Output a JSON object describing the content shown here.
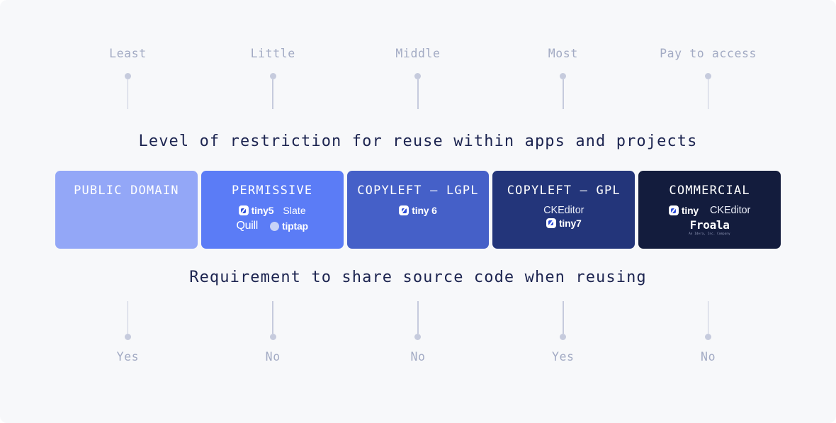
{
  "background": "#f7f8fa",
  "top_axis": {
    "caption": "Level of restriction for reuse within apps and projects",
    "markers": [
      {
        "label": "Least"
      },
      {
        "label": "Little"
      },
      {
        "label": "Middle"
      },
      {
        "label": "Most"
      },
      {
        "label": "Pay to access"
      }
    ]
  },
  "bottom_axis": {
    "caption": "Requirement to share source code when reusing",
    "markers": [
      {
        "label": "Yes"
      },
      {
        "label": "No"
      },
      {
        "label": "No"
      },
      {
        "label": "Yes"
      },
      {
        "label": "No"
      }
    ]
  },
  "tiers": [
    {
      "title": "PUBLIC DOMAIN",
      "color": "#93a7f7",
      "logos": []
    },
    {
      "title": "PERMISSIVE",
      "color": "#5b7cf6",
      "logos": [
        {
          "name": "tiny5",
          "icon": "tiny-icon"
        },
        {
          "name": "Slate",
          "icon": "none"
        },
        {
          "name": "Quill",
          "icon": "quill-icon"
        },
        {
          "name": "tiptap",
          "icon": "tiptap-icon"
        }
      ]
    },
    {
      "title": "COPYLEFT — LGPL",
      "color": "#4560c8",
      "logos": [
        {
          "name": "tiny 6",
          "icon": "tiny-icon"
        }
      ]
    },
    {
      "title": "COPYLEFT — GPL",
      "color": "#23357a",
      "logos": [
        {
          "name": "CKEditor",
          "icon": "none"
        },
        {
          "name": "tiny7",
          "icon": "tiny-icon"
        }
      ]
    },
    {
      "title": "COMMERCIAL",
      "color": "#131c3d",
      "logos": [
        {
          "name": "tiny",
          "icon": "tiny-icon"
        },
        {
          "name": "CKEditor",
          "icon": "none"
        },
        {
          "name": "Froala",
          "icon": "none",
          "subtitle": "An Idera, Inc. Company"
        }
      ]
    }
  ]
}
